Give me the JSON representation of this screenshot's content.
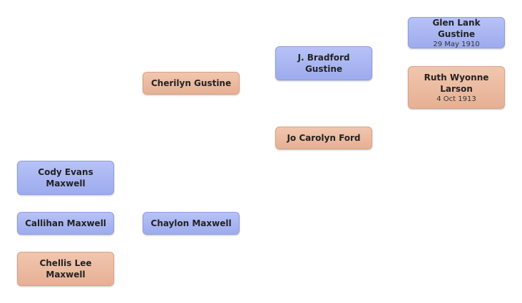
{
  "people": {
    "glen": {
      "name": "Glen Lank Gustine",
      "date": "29 May 1910"
    },
    "ruth": {
      "name": "Ruth Wyonne\nLarson",
      "date": "4 Oct 1913"
    },
    "jbradford": {
      "name": "J. Bradford\nGustine"
    },
    "jocarolyn": {
      "name": "Jo Carolyn  Ford"
    },
    "cherilyn": {
      "name": "Cherilyn  Gustine"
    },
    "chaylon": {
      "name": "Chaylon  Maxwell"
    },
    "cody": {
      "name": "Cody Evans\nMaxwell"
    },
    "callihan": {
      "name": "Callihan  Maxwell"
    },
    "chellis": {
      "name": "Chellis Lee\nMaxwell"
    }
  },
  "colors": {
    "male": "#a8b4f2",
    "female": "#ecbaa0"
  }
}
